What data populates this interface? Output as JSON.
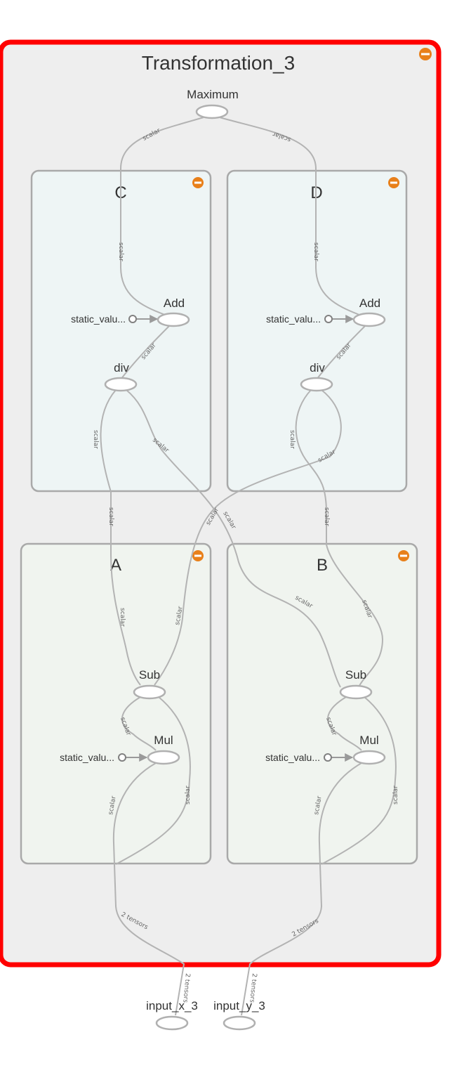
{
  "graph": {
    "outer": {
      "title": "Transformation_3"
    },
    "groups": {
      "C": {
        "title": "C"
      },
      "D": {
        "title": "D"
      },
      "A": {
        "title": "A"
      },
      "B": {
        "title": "B"
      }
    },
    "ops": {
      "maximum": "Maximum",
      "add_c": "Add",
      "div_c": "div",
      "add_d": "Add",
      "div_d": "div",
      "sub_a": "Sub",
      "mul_a": "Mul",
      "sub_b": "Sub",
      "mul_b": "Mul",
      "input_x": "input_x_3",
      "input_y": "input_y_3"
    },
    "constants": {
      "c": "static_valu...",
      "d": "static_valu...",
      "a": "static_valu...",
      "b": "static_valu..."
    },
    "edge_labels": {
      "scalar": "scalar",
      "two_tensors": "2 tensors",
      "tensors": "2 tensors"
    },
    "colors": {
      "outer_border": "#ff0000",
      "outer_fill": "#eeeeee",
      "top_group_fill": "#eef5f5",
      "bottom_group_fill": "#f0f4ef",
      "collapse_button": "#e8801a"
    }
  }
}
